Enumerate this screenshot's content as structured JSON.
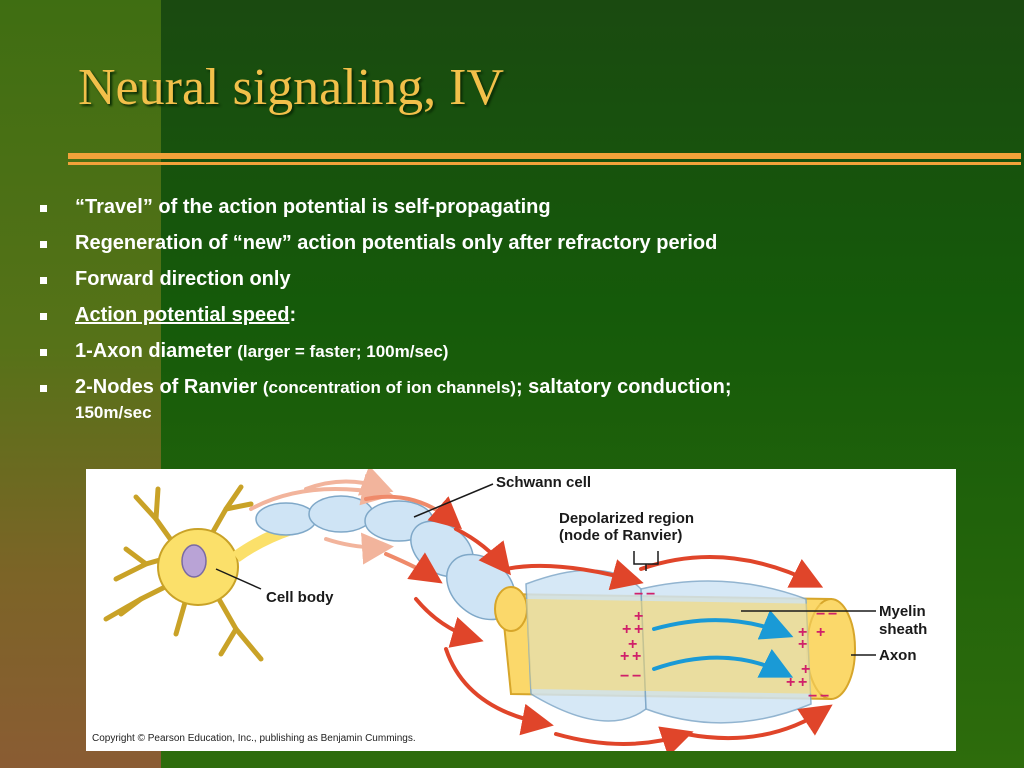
{
  "slide": {
    "title": "Neural signaling, IV"
  },
  "bullets": [
    {
      "text": "“Travel” of the action potential is self-propagating"
    },
    {
      "text": "Regeneration of “new” action potentials only after refractory period"
    },
    {
      "text": "Forward direction only"
    },
    {
      "link_text": "Action potential speed",
      "suffix": ":"
    },
    {
      "main": "1-Axon diameter ",
      "small": "(larger = faster; 100m/sec)"
    },
    {
      "main": "2-Nodes of Ranvier ",
      "small": "(concentration of ion channels)",
      "main2": "; saltatory conduction;",
      "line2": "150m/sec"
    }
  ],
  "figure": {
    "labels": {
      "schwann_cell": "Schwann cell",
      "depolarized_line1": "Depolarized region",
      "depolarized_line2": "(node of Ranvier)",
      "cell_body": "Cell body",
      "myelin_line1": "Myelin",
      "myelin_line2": "sheath",
      "axon": "Axon"
    },
    "copyright": "Copyright © Pearson Education, Inc., publishing as Benjamin Cummings."
  },
  "colors": {
    "title": "#f2c04a",
    "rule": "#f2a23a",
    "bullet_text": "#ffffff"
  }
}
